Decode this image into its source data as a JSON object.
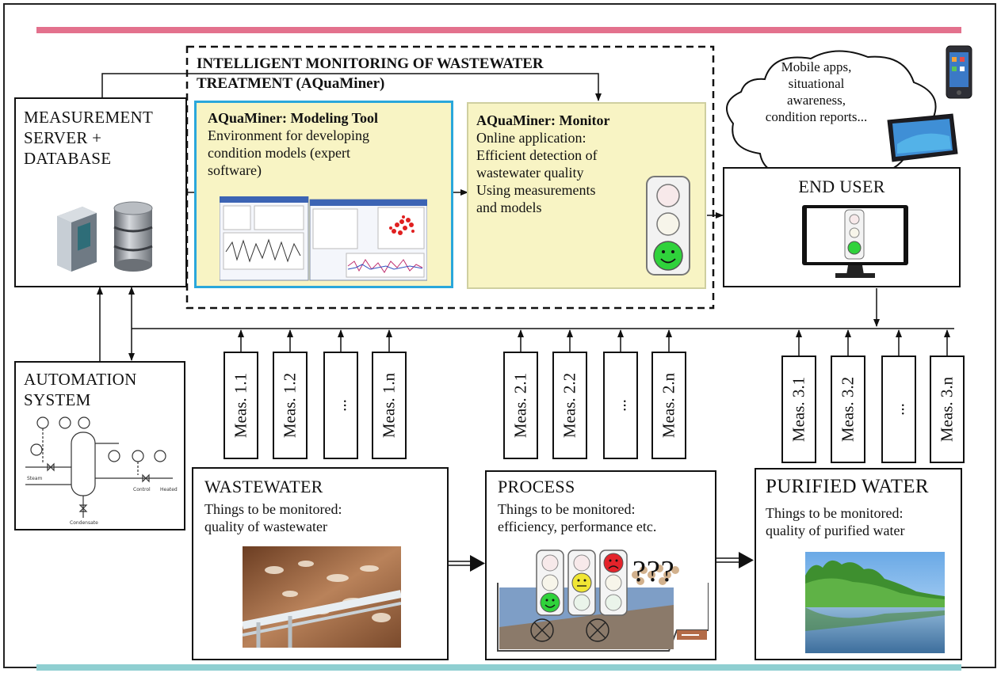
{
  "colors": {
    "top_bar": "#e3718d",
    "bottom_bar": "#8fcfd1",
    "panel_yellow": "#f8f4c4",
    "modeling_border": "#2aa7db",
    "smiley_green": "#2fd23b",
    "smiley_yellow": "#f0e634",
    "smiley_red": "#e4232a"
  },
  "aquaminer": {
    "title_line1": "INTELLIGENT MONITORING OF WASTEWATER",
    "title_line2": "TREATMENT (AQuaMiner)",
    "modeling": {
      "name": "AQuaMiner",
      "suffix": ": Modeling Tool",
      "line1": "Environment for developing",
      "line2": "condition models (expert",
      "line3": "software)"
    },
    "monitor": {
      "name": "AQuaMiner",
      "suffix": ": Monitor",
      "line1": "Online application:",
      "line2": "Efficient detection of",
      "line3": "wastewater quality",
      "line4": "Using measurements",
      "line5": "and models"
    }
  },
  "measurement_server": {
    "line1": "MEASUREMENT",
    "line2": "SERVER +",
    "line3": "DATABASE"
  },
  "automation": {
    "line1": "AUTOMATION",
    "line2": "SYSTEM"
  },
  "end_user": {
    "title": "END USER"
  },
  "cloud": {
    "line1": "Mobile apps,",
    "line2": "situational",
    "line3": "awareness,",
    "line4": "condition reports..."
  },
  "measurements": {
    "group1": [
      "Meas. 1.1",
      "Meas. 1.2",
      "...",
      "Meas. 1.n"
    ],
    "group2": [
      "Meas. 2.1",
      "Meas. 2.2",
      "...",
      "Meas. 2.n"
    ],
    "group3": [
      "Meas. 3.1",
      "Meas. 3.2",
      "...",
      "Meas. 3.n"
    ]
  },
  "stages": {
    "wastewater": {
      "title": "WASTEWATER",
      "line1": "Things to be monitored:",
      "line2": "quality of wastewater"
    },
    "process": {
      "title": "PROCESS",
      "line1": "Things to be monitored:",
      "line2": "efficiency, performance etc.",
      "unknown": "???"
    },
    "purified": {
      "title": "PURIFIED WATER",
      "line1": "Things to be monitored:",
      "line2": "quality of purified water"
    }
  },
  "icons": [
    "server-icon",
    "database-icon",
    "p-and-id-diagram-icon",
    "screenshot-icon",
    "traffic-light-icon",
    "monitor-icon",
    "phone-icon",
    "tablet-icon",
    "photo-icon"
  ]
}
